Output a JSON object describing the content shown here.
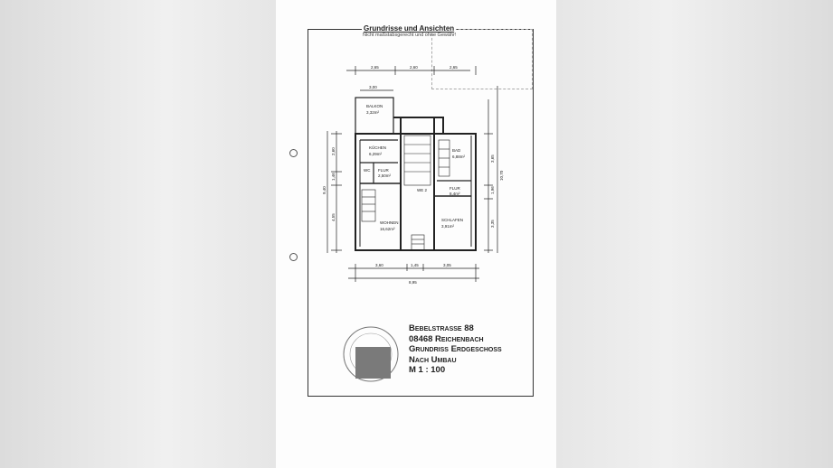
{
  "document": {
    "title": "Grundrisse und Ansichten",
    "subtitle": "Nicht maßstabsgerecht und ohne Gewähr!",
    "address_line1": "Bebelstrasse 88",
    "address_line2": "08468 Reichenbach",
    "plan_name": "Grundriss Erdgeschoss",
    "plan_state": "Nach Umbau",
    "scale": "M 1 : 100"
  },
  "rooms": {
    "balkon": {
      "name": "BALKON",
      "area": "3,32m²"
    },
    "kuechen": {
      "name": "KÜCHEN",
      "area": "6,29m²"
    },
    "wc": {
      "name": "WC"
    },
    "flur1": {
      "name": "FLUR",
      "area": "2,50m²"
    },
    "wohnen": {
      "name": "WOHNEN",
      "area": "16,62m²"
    },
    "bad": {
      "name": "BAD",
      "area": "6,88m²"
    },
    "flur2": {
      "name": "FLUR",
      "area": "8,4m²"
    },
    "schlafen": {
      "name": "SCHLAFEN",
      "area": "3,91m²"
    },
    "stair_label": "WE 2"
  },
  "dimensions": {
    "top": [
      "2,65",
      "2,60",
      "2,65"
    ],
    "balkon_width": "3,00",
    "bottom": [
      "3,60",
      "1,45",
      "3,05"
    ],
    "bottom_total": "8,95",
    "left_total": "9,40",
    "left": [
      "2,60",
      "1,46",
      "4,55"
    ],
    "right_total": "10,70",
    "right": [
      "3,65",
      "1,96",
      "3,35"
    ]
  }
}
